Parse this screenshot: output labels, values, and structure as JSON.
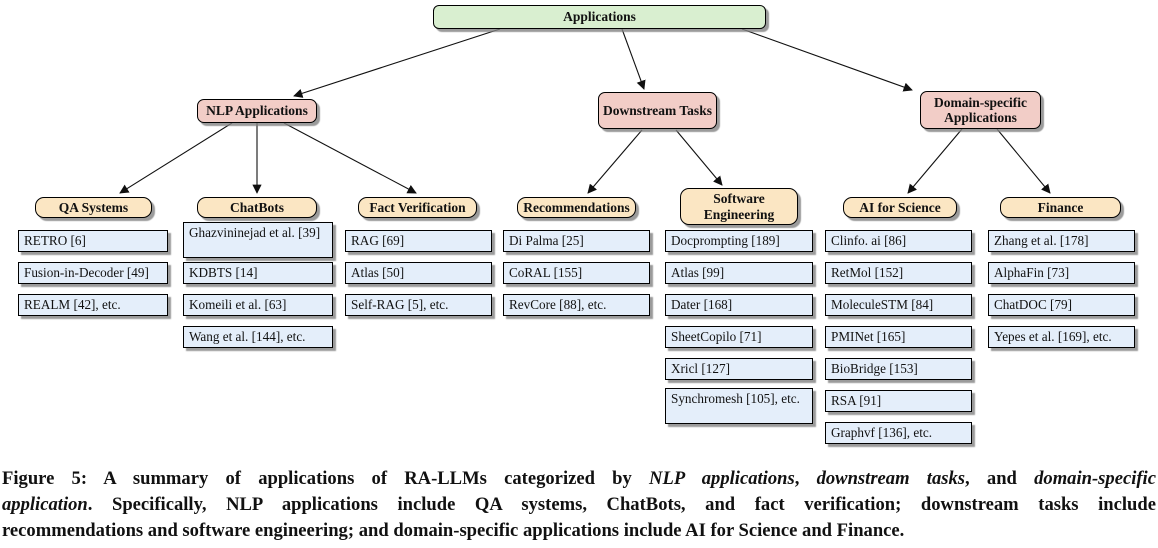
{
  "colors": {
    "green": "#d9efd0",
    "pink": "#f2cdc7",
    "orange": "#fbe6c3",
    "blue": "#e4eefa",
    "text": "#111111"
  },
  "figure": {
    "root": {
      "label": "Applications"
    },
    "branches": [
      {
        "label": "NLP Applications",
        "categories": [
          {
            "label": "QA Systems",
            "items": [
              "RETRO [6]",
              "Fusion-in-Decoder [49]",
              "REALM [42], etc."
            ]
          },
          {
            "label": "ChatBots",
            "items": [
              "Ghazvininejad et al. [39]",
              "KDBTS [14]",
              "Komeili et al. [63]",
              "Wang et al. [144], etc."
            ]
          },
          {
            "label": "Fact Verification",
            "items": [
              "RAG [69]",
              "Atlas [50]",
              "Self-RAG [5], etc."
            ]
          }
        ]
      },
      {
        "label": "Downstream Tasks",
        "categories": [
          {
            "label": "Recommendations",
            "items": [
              "Di Palma [25]",
              "CoRAL [155]",
              "RevCore [88], etc."
            ]
          },
          {
            "label": "Software Engineering",
            "items": [
              "Docprompting [189]",
              "Atlas [99]",
              "Dater [168]",
              "SheetCopilo [71]",
              "Xricl [127]",
              "Synchromesh [105], etc."
            ]
          }
        ]
      },
      {
        "label": "Domain-specific Applications",
        "categories": [
          {
            "label": "AI for Science",
            "items": [
              "Clinfo. ai [86]",
              "RetMol [152]",
              "MoleculeSTM [84]",
              "PMINet [165]",
              "BioBridge [153]",
              "RSA [91]",
              "Graphvf [136], etc."
            ]
          },
          {
            "label": "Finance",
            "items": [
              "Zhang et al. [178]",
              "AlphaFin [73]",
              "ChatDOC [79]",
              "Yepes et al. [169], etc."
            ]
          }
        ]
      }
    ]
  },
  "caption": {
    "line1": [
      {
        "t": "Figure 5: A summary of applications of RA-LLMs categorized by "
      },
      {
        "t": "NLP applications"
      },
      {
        "t": ", "
      },
      {
        "t": "downstream tasks"
      },
      {
        "t": ", and "
      },
      {
        "t": "domain-specific"
      }
    ],
    "line2": [
      {
        "t": "application"
      },
      {
        "t": ". Specifically, NLP applications include QA systems, ChatBots, and fact verification; downstream tasks include"
      }
    ],
    "line3": [
      {
        "t": "recommendations and software engineering; and domain-specific applications include AI for Science and Finance."
      }
    ]
  }
}
